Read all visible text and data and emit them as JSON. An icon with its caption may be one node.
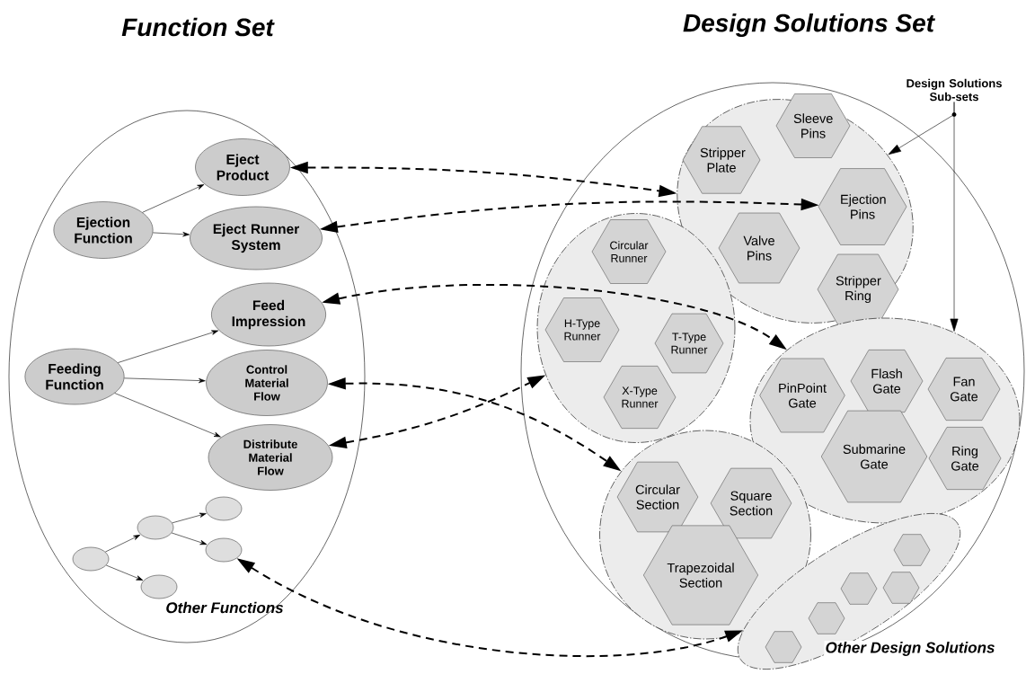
{
  "diagram": {
    "nodes": [
      {
        "text": [
          "Function Set"
        ]
      },
      {
        "text": [
          "Ejection Function"
        ],
        "in": 0
      },
      {
        "text": [
          "Eject Product"
        ],
        "in": 0
      },
      {
        "text": [
          "Eject Runner System"
        ],
        "in": 0
      },
      {
        "text": [
          "Feeding Function"
        ],
        "in": 0
      },
      {
        "text": [
          "Feed Impression"
        ],
        "in": 0
      },
      {
        "text": [
          "Control Material Flow"
        ],
        "in": 0
      },
      {
        "text": [
          "Distribute Material Flow"
        ],
        "in": 0
      },
      {
        "text": [],
        "shape": "ellipse",
        "in": 0
      },
      {
        "text": [],
        "shape": "ellipse",
        "in": 0
      },
      {
        "text": [],
        "shape": "ellipse",
        "in": 0
      },
      {
        "text": [],
        "shape": "ellipse",
        "in": 0
      },
      {
        "text": [],
        "shape": "ellipse",
        "in": 0
      },
      {
        "text": [
          "Design Solutions Set"
        ]
      },
      {
        "text": [
          "Design Solutions Sub-sets"
        ]
      },
      {
        "text": [],
        "shape": "blob",
        "in": 13
      },
      {
        "text": [
          "Stripper Plate"
        ],
        "in": 15
      },
      {
        "text": [
          "Sleeve Pins"
        ],
        "in": 15
      },
      {
        "text": [
          "Ejection Pins"
        ],
        "in": 15
      },
      {
        "text": [
          "Valve Pins"
        ],
        "in": 15
      },
      {
        "text": [
          "Stripper Ring"
        ],
        "in": 15
      },
      {
        "text": [],
        "shape": "blob",
        "in": 13
      },
      {
        "text": [
          "Circular Runner"
        ],
        "in": 21
      },
      {
        "text": [
          "H-Type Runner"
        ],
        "in": 21
      },
      {
        "text": [
          "T-Type Runner"
        ],
        "in": 21
      },
      {
        "text": [
          "X-Type Runner"
        ],
        "in": 21
      },
      {
        "text": [],
        "shape": "blob",
        "in": 13
      },
      {
        "text": [
          "PinPoint Gate"
        ],
        "in": 26
      },
      {
        "text": [
          "Flash Gate"
        ],
        "in": 26
      },
      {
        "text": [
          "Fan Gate"
        ],
        "in": 26
      },
      {
        "text": [
          "Submarine Gate"
        ],
        "in": 26
      },
      {
        "text": [
          "Ring Gate"
        ],
        "in": 26
      },
      {
        "text": [],
        "shape": "blob",
        "in": 13
      },
      {
        "text": [
          "Circular Section"
        ],
        "in": 32
      },
      {
        "text": [
          "Square Section"
        ],
        "in": 32
      },
      {
        "text": [
          "Trapezoidal Section"
        ],
        "in": 32
      },
      {
        "text": [
          "Other Design Solutions"
        ],
        "in": 13
      },
      {
        "text": [],
        "shape": "hexagon",
        "in": 36
      },
      {
        "text": [],
        "shape": "hexagon",
        "in": 36
      },
      {
        "text": [],
        "shape": "hexagon",
        "in": 36
      },
      {
        "text": [],
        "shape": "hexagon",
        "in": 36
      },
      {
        "text": [],
        "shape": "hexagon",
        "in": 36
      }
    ],
    "edges": [
      {
        "from": 1,
        "to": 2,
        "arrow": "to"
      },
      {
        "from": 1,
        "to": 3,
        "arrow": "to"
      },
      {
        "from": 4,
        "to": 5,
        "arrow": "to"
      },
      {
        "from": 4,
        "to": 6,
        "arrow": "to"
      },
      {
        "from": 4,
        "to": 7,
        "arrow": "to"
      },
      {
        "from": 8,
        "to": 9,
        "arrow": "to"
      },
      {
        "from": 8,
        "to": 10,
        "arrow": "to"
      },
      {
        "from": 9,
        "to": 11,
        "arrow": "to"
      },
      {
        "from": 9,
        "to": 12,
        "arrow": "to"
      },
      {
        "from": 2,
        "to": 15,
        "arrow": "both",
        "style": "dashed"
      },
      {
        "from": 3,
        "to": 18,
        "arrow": "both",
        "style": "dashed"
      },
      {
        "from": 5,
        "to": 26,
        "arrow": "both",
        "style": "dashed"
      },
      {
        "from": 6,
        "to": 32,
        "arrow": "both",
        "style": "dashed"
      },
      {
        "from": 7,
        "to": 21,
        "arrow": "both",
        "style": "dashed"
      },
      {
        "from": 12,
        "to": 36,
        "arrow": "both",
        "style": "dashed"
      },
      {
        "from": 14,
        "to": 15,
        "arrow": "to"
      },
      {
        "from": 14,
        "to": 26,
        "arrow": "to"
      }
    ],
    "labels": [
      "Other Functions"
    ]
  }
}
